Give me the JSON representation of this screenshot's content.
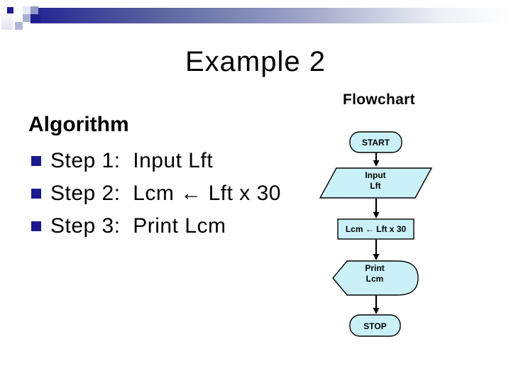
{
  "slide": {
    "title": "Example 2",
    "algorithm": {
      "heading": "Algorithm",
      "steps": [
        "Step 1:  Input Lft",
        "Step 2:  Lcm ← Lft x 30",
        "Step 3:  Print Lcm"
      ]
    },
    "flowchart": {
      "label": "Flowchart",
      "nodes": {
        "start": {
          "shape": "terminator",
          "label": "START"
        },
        "input": {
          "shape": "parallelogram",
          "line1": "Input",
          "line2": "Lft"
        },
        "process": {
          "shape": "rectangle",
          "label": "Lcm ← Lft x 30"
        },
        "output": {
          "shape": "display",
          "line1": "Print",
          "line2": "Lcm"
        },
        "stop": {
          "shape": "terminator",
          "label": "STOP"
        }
      },
      "edges": [
        [
          "start",
          "input"
        ],
        [
          "input",
          "process"
        ],
        [
          "process",
          "output"
        ],
        [
          "output",
          "stop"
        ]
      ]
    }
  },
  "colors": {
    "accent-navy": "#1b1b8e",
    "bar-gradient-start": "#232391",
    "node-fill": "#cbf1f8",
    "node-border": "#000000"
  }
}
